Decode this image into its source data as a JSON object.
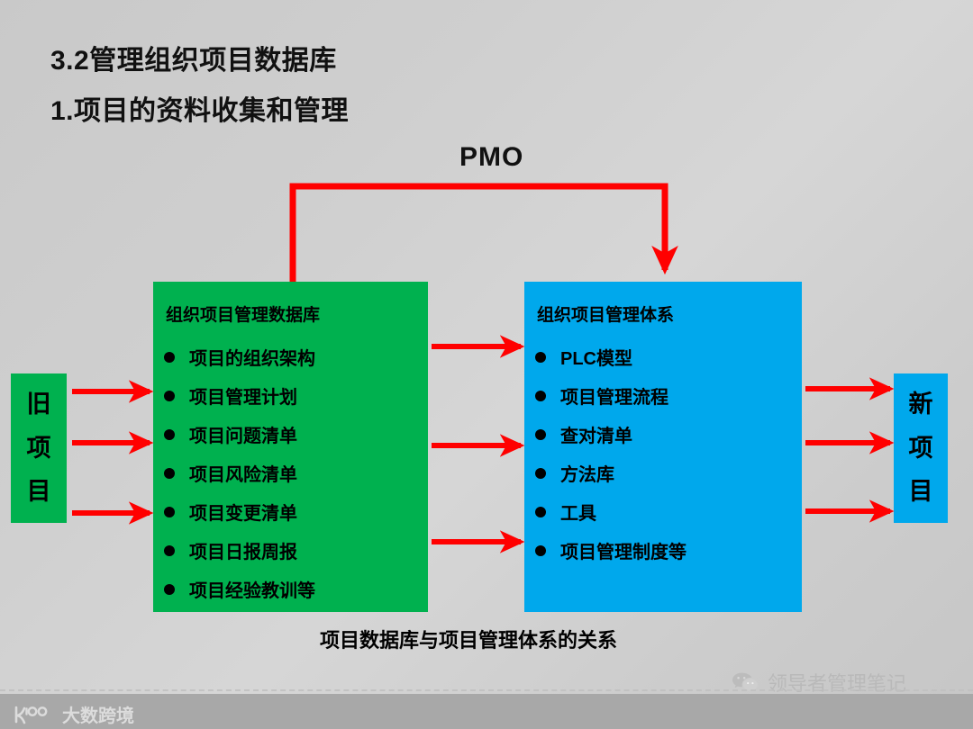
{
  "slide": {
    "title_line_1": "3.2管理组织项目数据库",
    "title_line_2": "1.项目的资料收集和管理",
    "caption": "项目数据库与项目管理体系的关系",
    "pmo_label": "PMO",
    "background_start_color": "#c9c9c9",
    "background_end_color": "#c6c6c6"
  },
  "colors": {
    "green": "#00b14f",
    "blue": "#00a8ec",
    "arrow_red": "#ff0000",
    "text_black": "#000000"
  },
  "left_box": {
    "label": "旧项目",
    "chars": [
      "旧",
      "项",
      "目"
    ],
    "color": "#00b14f"
  },
  "right_box": {
    "label": "新项目",
    "chars": [
      "新",
      "项",
      "目"
    ],
    "color": "#00a8ec"
  },
  "database_box": {
    "heading": "组织项目管理数据库",
    "color": "#00b14f",
    "items": [
      "项目的组织架构",
      "项目管理计划",
      "项目问题清单",
      "项目风险清单",
      "项目变更清单",
      "项目日报周报",
      "项目经验教训等"
    ]
  },
  "system_box": {
    "heading": "组织项目管理体系",
    "color": "#00a8ec",
    "items": [
      "PLC模型",
      "项目管理流程",
      "查对清单",
      "方法库",
      "工具",
      "项目管理制度等"
    ]
  },
  "connectors": {
    "pmo_bracket": "PMO 红色括号连线，从组织项目管理数据库顶部延伸至组织项目管理体系顶部箭头",
    "left_to_database_count": 3,
    "database_to_system_count": 3,
    "system_to_right_count": 3
  },
  "watermarks": {
    "wechat_account": "领导者管理笔记",
    "wechat_icon": "wechat-icon",
    "brand_name": "大数跨境",
    "brand_mark": "k100-logo-icon"
  }
}
